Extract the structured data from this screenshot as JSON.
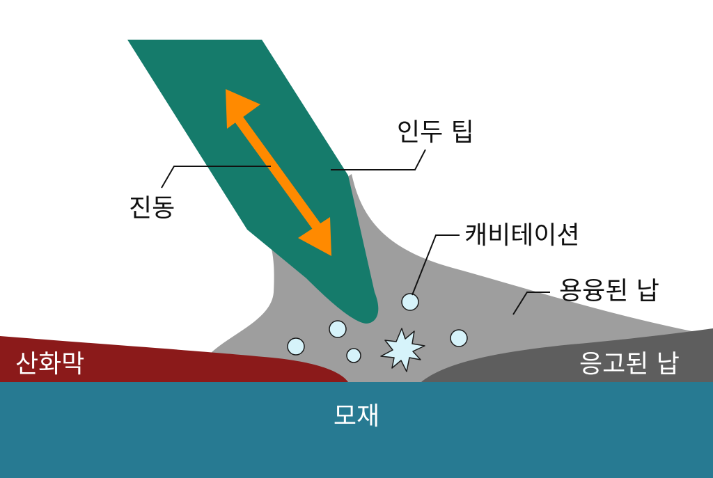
{
  "labels": {
    "tip": "인두 팁",
    "vibration": "진동",
    "cavitation": "캐비테이션",
    "molten_solder": "용융된 납",
    "oxide_film": "산화막",
    "solidified_solder": "응고된 납",
    "base_metal": "모재"
  },
  "colors": {
    "tip": "#157B6B",
    "arrow": "#FF8A00",
    "molten": "#9E9E9E",
    "oxide": "#8B1A1A",
    "solidified": "#5E5E5E",
    "base": "#277A92",
    "bubble_fill": "#D6F3FA",
    "leader": "#111111"
  }
}
